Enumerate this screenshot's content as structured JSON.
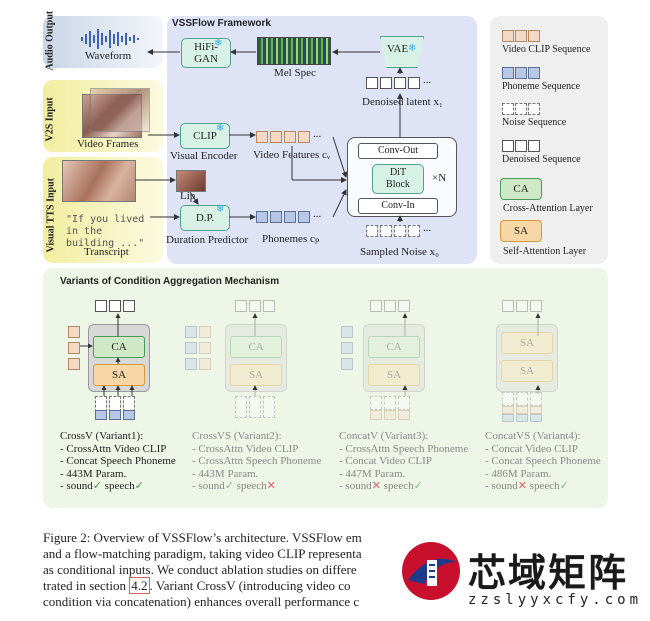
{
  "framework": {
    "title": "VSSFlow Framework",
    "audio_output_label": "Audio Output",
    "waveform_label": "Waveform",
    "hifigan_label": "HiFi-GAN",
    "melspec_label": "Mel Spec",
    "vae_label": "VAE",
    "denoised_label": "Denoised latent x₁",
    "v2s_input_label": "V2S Input",
    "video_frames_label": "Video Frames",
    "clip_label": "CLIP",
    "visual_encoder_label": "Visual Encoder",
    "video_features_label": "Video Features cᵥ",
    "tts_input_label": "Visual TTS Input",
    "lip_label": "Lip",
    "transcript_text": "\"If you lived in the building ...\"",
    "transcript_label": "Transcript",
    "dp_label": "D.P.",
    "duration_predictor_label": "Duration Predictor",
    "phonemes_label": "Phonemes cₚ",
    "conv_out_label": "Conv-Out",
    "dit_label": "DiT Block",
    "times_n_label": "×N",
    "conv_in_label": "Conv-In",
    "sampled_noise_label": "Sampled Noise x₀",
    "ellipsis": "..."
  },
  "legend": {
    "video_clip": "Video CLIP Sequence",
    "phoneme": "Phoneme Sequence",
    "noise": "Noise Sequence",
    "denoised": "Denoised Sequence",
    "ca_box": "CA",
    "ca_text": "Cross-Attention Layer",
    "sa_box": "SA",
    "sa_text": "Self-Attention   Layer"
  },
  "variants": {
    "title": "Variants of Condition Aggregation Mechanism",
    "ca": "CA",
    "sa": "SA",
    "v1": [
      "CrossV (Variant1):",
      "- CrossAttn Video CLIP",
      "- Concat Speech Phoneme",
      "- 443M Param.",
      "- sound",
      "speech"
    ],
    "v2": [
      "CrossVS (Variant2):",
      "- CrossAttn Video CLIP",
      "- CrossAttn Speech Phoneme",
      "- 443M Param.",
      "- sound",
      "speech"
    ],
    "v3": [
      "ConcatV (Variant3):",
      "- CrossAttn Speech Phoneme",
      "- Concat Video CLIP",
      "- 447M Param.",
      "- sound",
      "speech"
    ],
    "v4": [
      "ConcatVS (Variant4):",
      "- Concat  Video CLIP",
      "- Concat Speech  Phoneme",
      "- 486M Param.",
      "- sound",
      "speech"
    ],
    "check": "✓",
    "cross": "✕"
  },
  "caption": {
    "l1": "Figure 2: Overview of VSSFlow’s architecture. VSSFlow em",
    "l2": "and a flow-matching paradigm, taking video CLIP representa",
    "l3": "as conditional inputs. We conduct ablation studies on differe",
    "l4a": "trated in section ",
    "l4ref": "4.2",
    "l4b": ". Variant CrossV (introducing video co",
    "l5": "condition via concatenation) enhances overall performance c"
  },
  "watermark": {
    "cn": "芯域矩阵",
    "url": "zzslyyxcfy.com"
  },
  "colors": {
    "framework_bg": "#dfe3f6",
    "legend_bg": "#efefef",
    "variants_bg": "#eef6e8",
    "audio_bg": "#e6eef6",
    "v2s_bg": "#f7f2a8",
    "tts_bg": "#f7f2a8"
  }
}
